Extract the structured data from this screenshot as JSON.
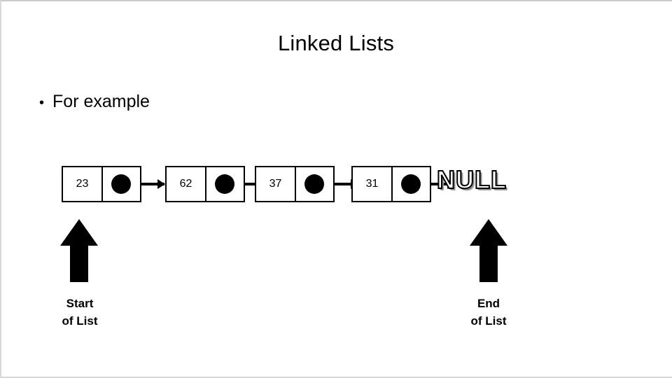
{
  "slide": {
    "title": "Linked Lists",
    "bullet": {
      "marker": "•",
      "text": "For example"
    },
    "diagram": {
      "nodes": [
        {
          "value": "23",
          "pointer": "filled-dot"
        },
        {
          "value": "62",
          "pointer": "filled-dot"
        },
        {
          "value": "37",
          "pointer": "filled-dot"
        },
        {
          "value": "31",
          "pointer": "filled-dot"
        }
      ],
      "terminator": "NULL",
      "annotations": [
        {
          "line1": "Start",
          "line2": "of List"
        },
        {
          "line1": "End",
          "line2": "of List"
        }
      ]
    },
    "colors": {
      "background": "#ffffff",
      "ink": "#000000",
      "null_shadow": "#8a8a8a",
      "frame": "#d8d8d8"
    }
  }
}
